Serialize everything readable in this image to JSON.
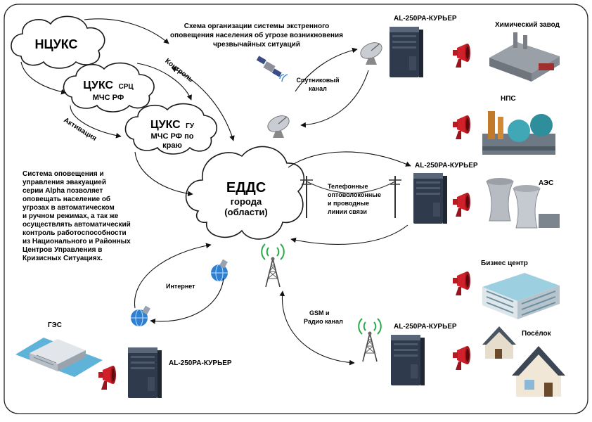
{
  "header": {
    "title_lines": [
      "Схема организации системы экстренного",
      "оповещения населения об угрозе возникновения",
      "чрезвычайных ситуаций"
    ]
  },
  "clouds": {
    "ncuks": {
      "label": "НЦУКС"
    },
    "cuks_src": {
      "main": "ЦУКС",
      "suffix": "СРЦ",
      "sub": "МЧС РФ"
    },
    "cuks_gu": {
      "main": "ЦУКС",
      "suffix": "ГУ",
      "sub1": "МЧС РФ по",
      "sub2": "краю"
    },
    "edds": {
      "main": "ЕДДС",
      "sub1": "города",
      "sub2": "(области)"
    }
  },
  "arrow_labels": {
    "control": "Контроль",
    "activation": "Активация",
    "satellite": [
      "Спутниковый",
      "канал"
    ],
    "wired": [
      "Телефонные",
      "оптоволоконные",
      "и проводные",
      "линии связи"
    ],
    "internet": "Интернет",
    "gsm": [
      "GSM и",
      "Радио канал"
    ]
  },
  "description": {
    "lines": [
      "Система оповещения и",
      "управления эвакуацией",
      "серии Alpha позволяет",
      "оповещать население об",
      "угрозах в автоматическом",
      "и ручном режимах, а так же",
      "осуществлять автоматический",
      "контроль работоспособности",
      "из Национального и Районных",
      "Центров Управления в",
      "Кризисных Ситуациях."
    ]
  },
  "devices": {
    "device_name": "AL-250PA-КУРЬЕР",
    "labels": [
      "AL-250PA-КУРЬЕР",
      "AL-250PA-КУРЬЕР",
      "AL-250PA-КУРЬЕР",
      "AL-250PA-КУРЬЕР"
    ]
  },
  "facilities": {
    "chemical": "Химический завод",
    "nps": "НПС",
    "aes": "АЭС",
    "business": "Бизнес центр",
    "village": "Посёлок",
    "ges": "ГЭС"
  },
  "colors": {
    "siren_red": "#d0202a",
    "panel_dark": "#2f3a4c",
    "wifi_green": "#2aa84a",
    "globe_blue": "#2e7fcf"
  }
}
